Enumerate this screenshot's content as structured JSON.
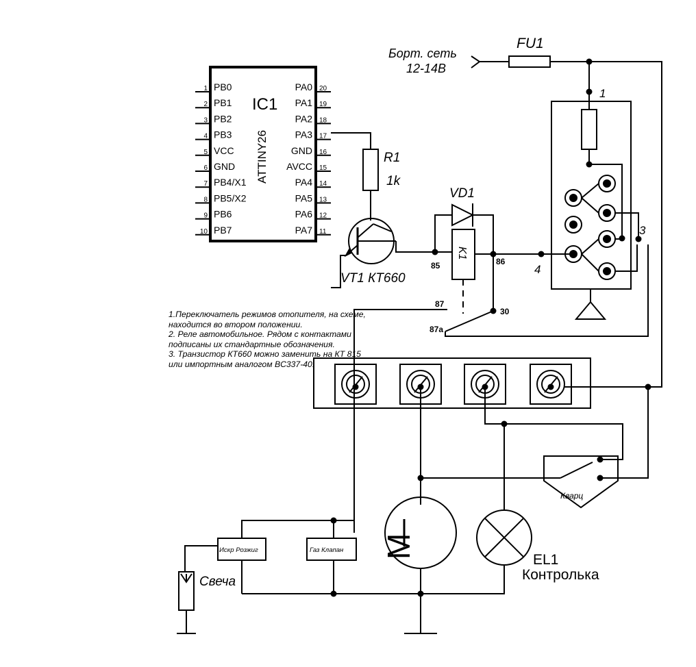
{
  "ic": {
    "ref": "IC1",
    "part": "ATTINY26",
    "pins_left": [
      {
        "num": "1",
        "name": "PB0"
      },
      {
        "num": "2",
        "name": "PB1"
      },
      {
        "num": "3",
        "name": "PB2"
      },
      {
        "num": "4",
        "name": "PB3"
      },
      {
        "num": "5",
        "name": "VCC"
      },
      {
        "num": "6",
        "name": "GND"
      },
      {
        "num": "7",
        "name": "PB4/X1"
      },
      {
        "num": "8",
        "name": "PB5/X2"
      },
      {
        "num": "9",
        "name": "PB6"
      },
      {
        "num": "10",
        "name": "PB7"
      }
    ],
    "pins_right": [
      {
        "num": "20",
        "name": "PA0"
      },
      {
        "num": "19",
        "name": "PA1"
      },
      {
        "num": "18",
        "name": "PA2"
      },
      {
        "num": "17",
        "name": "PA3"
      },
      {
        "num": "16",
        "name": "GND"
      },
      {
        "num": "15",
        "name": "AVCC"
      },
      {
        "num": "14",
        "name": "PA4"
      },
      {
        "num": "13",
        "name": "PA5"
      },
      {
        "num": "12",
        "name": "PA6"
      },
      {
        "num": "11",
        "name": "PA7"
      }
    ]
  },
  "components": {
    "r1_ref": "R1",
    "r1_value": "1k",
    "vd1": "VD1",
    "k1": "K1",
    "vt1": "VT1 КТ660",
    "fu1": "FU1",
    "supply_line1": "Борт. сеть",
    "supply_line2": "12-14В",
    "el1_ref": "EL1",
    "el1_name": "Контролька",
    "motor": "M",
    "plug": "Свеча",
    "ignition": "Искр Розжиг",
    "gas_valve": "Газ Клапан",
    "thermo": "Кварц"
  },
  "pins": {
    "p85": "85",
    "p86": "86",
    "p87": "87",
    "p87a": "87a",
    "p30": "30",
    "n1": "1",
    "n3": "3",
    "n4": "4"
  },
  "notes": [
    "1.Переключатель режимов отопителя, на схеме,",
    "находится во втором положении.",
    "2. Реле автомобильное. Рядом с контактами",
    "подписаны их стандартные обозначения.",
    "3. Транзистор КТ660 можно заменить на КТ 815",
    "или импортным аналогом BC337-40."
  ]
}
